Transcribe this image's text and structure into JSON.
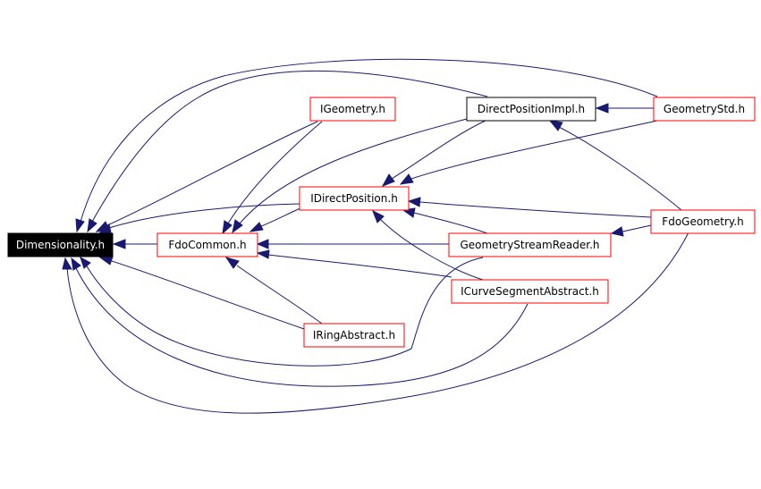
{
  "graph": {
    "nodes": {
      "dimensionality": {
        "label": "Dimensionality.h"
      },
      "fdocommon": {
        "label": "FdoCommon.h"
      },
      "igeometry": {
        "label": "IGeometry.h"
      },
      "directpositionimpl": {
        "label": "DirectPositionImpl.h"
      },
      "geometrystd": {
        "label": "GeometryStd.h"
      },
      "idirectposition": {
        "label": "IDirectPosition.h"
      },
      "fdogeometry": {
        "label": "FdoGeometry.h"
      },
      "geometrystreamreader": {
        "label": "GeometryStreamReader.h"
      },
      "icurvesegmentabstract": {
        "label": "ICurveSegmentAbstract.h"
      },
      "iringabstract": {
        "label": "IRingAbstract.h"
      }
    },
    "colors": {
      "edge": "#191970",
      "node_border_default": "#ff0000",
      "node_border_selected": "#000000",
      "root_fill": "#000000",
      "root_text": "#ffffff"
    }
  }
}
